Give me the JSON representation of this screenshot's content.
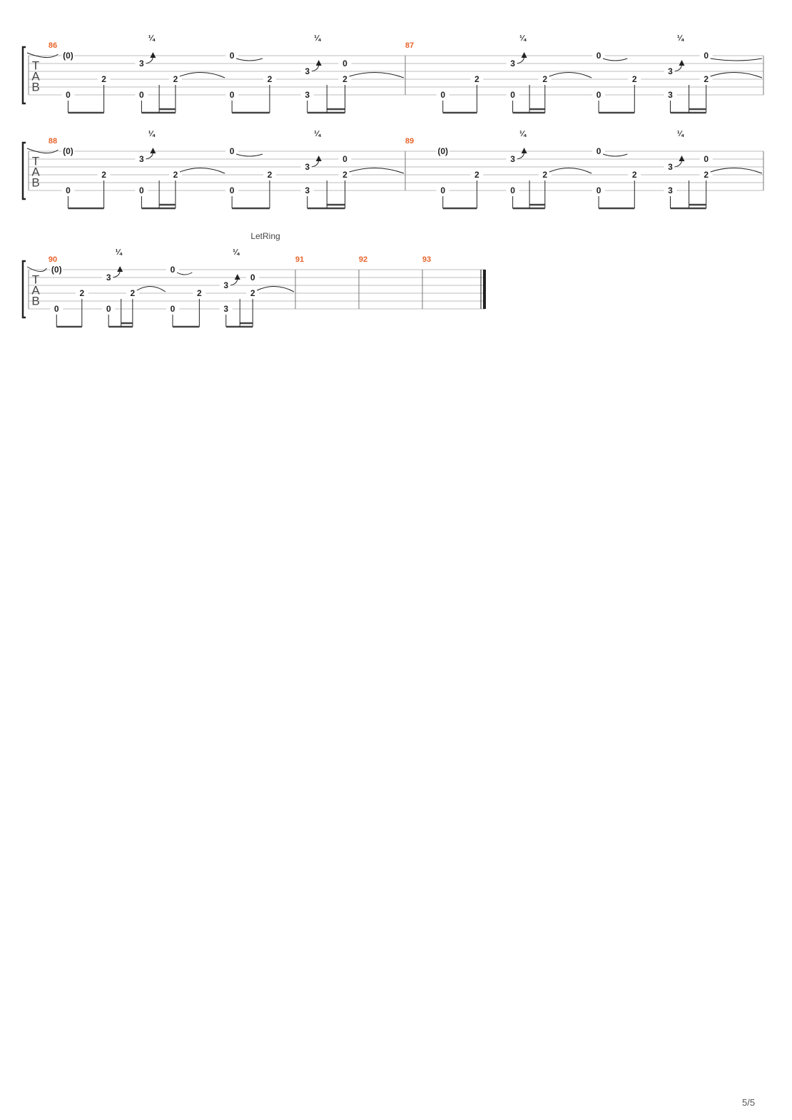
{
  "document": {
    "type": "guitar-tablature",
    "tab_clef": [
      "T",
      "A",
      "B"
    ],
    "page_number": "5/5",
    "accent_color": "#e8642c",
    "ink_color": "#222222",
    "line_color": "#bdbdbd"
  },
  "systems": [
    {
      "measures": [
        {
          "number": "86",
          "pattern": "A",
          "tie_in": true,
          "tie_out": false
        },
        {
          "number": "87",
          "pattern": "B",
          "tie_in": false,
          "tie_out": false
        }
      ]
    },
    {
      "measures": [
        {
          "number": "88",
          "pattern": "A",
          "tie_in": true,
          "tie_out": true
        },
        {
          "number": "89",
          "pattern": "A",
          "tie_in": false,
          "tie_out": false
        }
      ]
    },
    {
      "text_marks": [
        "LetRing"
      ],
      "measures": [
        {
          "number": "90",
          "pattern": "A",
          "tie_in": true,
          "tie_out": false
        },
        {
          "number": "91",
          "pattern": "empty"
        },
        {
          "number": "92",
          "pattern": "empty"
        },
        {
          "number": "93",
          "pattern": "empty",
          "final_barline": true
        }
      ]
    }
  ],
  "patterns": {
    "A": {
      "events": [
        {
          "notes": [
            {
              "string": 1,
              "fret": "(0)"
            },
            {
              "string": 6,
              "fret": "0"
            }
          ]
        },
        {
          "notes": [
            {
              "string": 4,
              "fret": "2"
            }
          ]
        },
        {
          "notes": [
            {
              "string": 2,
              "fret": "3",
              "bend": "¼"
            },
            {
              "string": 6,
              "fret": "0"
            }
          ]
        },
        {
          "notes": [
            {
              "string": 4,
              "fret": "2",
              "tie": true
            }
          ]
        },
        {
          "notes": [
            {
              "string": 1,
              "fret": "0",
              "tie": true
            },
            {
              "string": 6,
              "fret": "0"
            }
          ]
        },
        {
          "notes": [
            {
              "string": 4,
              "fret": "2"
            }
          ]
        },
        {
          "notes": [
            {
              "string": 3,
              "fret": "3",
              "bend": "¼"
            },
            {
              "string": 6,
              "fret": "3"
            }
          ]
        },
        {
          "notes": [
            {
              "string": 4,
              "fret": "2",
              "tie": true
            },
            {
              "string": 2,
              "fret": "0"
            }
          ]
        }
      ]
    },
    "B": {
      "events": [
        {
          "notes": [
            {
              "string": 6,
              "fret": "0"
            }
          ]
        },
        {
          "notes": [
            {
              "string": 4,
              "fret": "2"
            }
          ]
        },
        {
          "notes": [
            {
              "string": 2,
              "fret": "3",
              "bend": "¼"
            },
            {
              "string": 6,
              "fret": "0"
            }
          ]
        },
        {
          "notes": [
            {
              "string": 4,
              "fret": "2",
              "tie": true
            }
          ]
        },
        {
          "notes": [
            {
              "string": 1,
              "fret": "0",
              "tie": true
            },
            {
              "string": 6,
              "fret": "0"
            }
          ]
        },
        {
          "notes": [
            {
              "string": 4,
              "fret": "2"
            }
          ]
        },
        {
          "notes": [
            {
              "string": 3,
              "fret": "3",
              "bend": "¼"
            },
            {
              "string": 6,
              "fret": "3"
            }
          ]
        },
        {
          "notes": [
            {
              "string": 4,
              "fret": "2",
              "tie": true
            },
            {
              "string": 1,
              "fret": "0",
              "tie": true
            }
          ]
        }
      ]
    }
  }
}
